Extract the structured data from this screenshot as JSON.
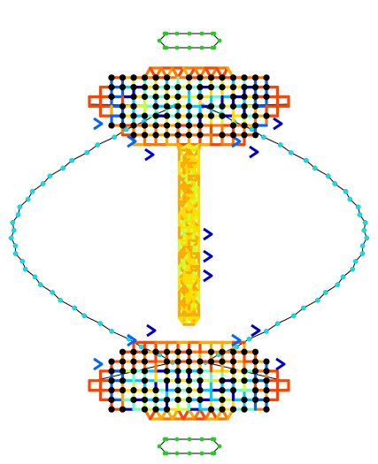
{
  "colors": {
    "background": "#ffffff",
    "wall_line": "#000000",
    "wall_node": "#00e5ee",
    "wall_node_stroke": "#3aa0b0",
    "pad_line": "#000000",
    "pad_node": "#22cc22",
    "atom": "#000000",
    "bond_palette": [
      "#0000cc",
      "#0066ff",
      "#00ccff",
      "#66ffcc",
      "#ccff33",
      "#ffdd00",
      "#ffaa00",
      "#ff7700",
      "#ff4400"
    ]
  },
  "icons": {
    "wall_node": "circle",
    "pad_node": "circle",
    "atom": "circle",
    "stretched_bond": "triangle"
  },
  "structure": {
    "top_block_rows": 9,
    "bottom_block_rows": 9,
    "neck_rows": 9,
    "wall_node_count": 34
  }
}
